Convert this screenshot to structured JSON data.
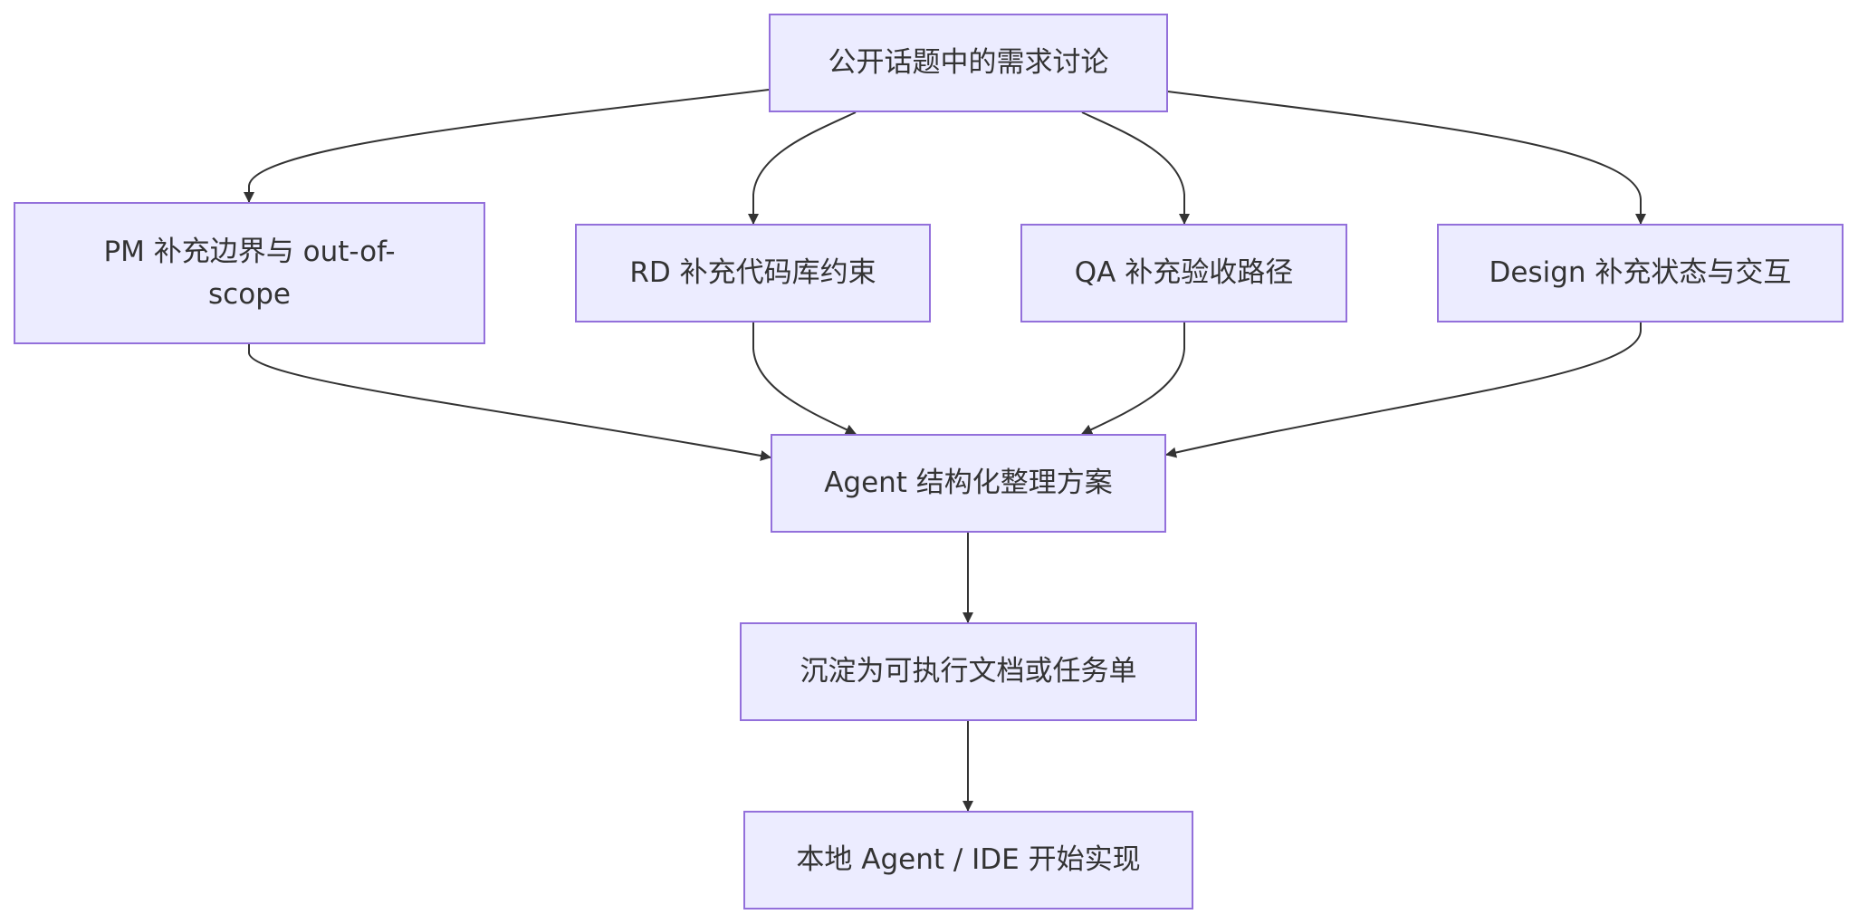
{
  "nodes": {
    "top": "公开话题中的需求讨论",
    "pm": "PM 补充边界与 out-of-scope",
    "rd": "RD 补充代码库约束",
    "qa": "QA 补充验收路径",
    "design": "Design 补充状态与交互",
    "agent": "Agent 结构化整理方案",
    "doc": "沉淀为可执行文档或任务单",
    "local": "本地 Agent / IDE 开始实现"
  },
  "edges": [
    {
      "from": "top",
      "to": "pm"
    },
    {
      "from": "top",
      "to": "rd"
    },
    {
      "from": "top",
      "to": "qa"
    },
    {
      "from": "top",
      "to": "design"
    },
    {
      "from": "pm",
      "to": "agent"
    },
    {
      "from": "rd",
      "to": "agent"
    },
    {
      "from": "qa",
      "to": "agent"
    },
    {
      "from": "design",
      "to": "agent"
    },
    {
      "from": "agent",
      "to": "doc"
    },
    {
      "from": "doc",
      "to": "local"
    }
  ],
  "colors": {
    "node_fill": "#ececff",
    "node_border": "#9370db",
    "edge": "#333333",
    "text": "#333333"
  }
}
